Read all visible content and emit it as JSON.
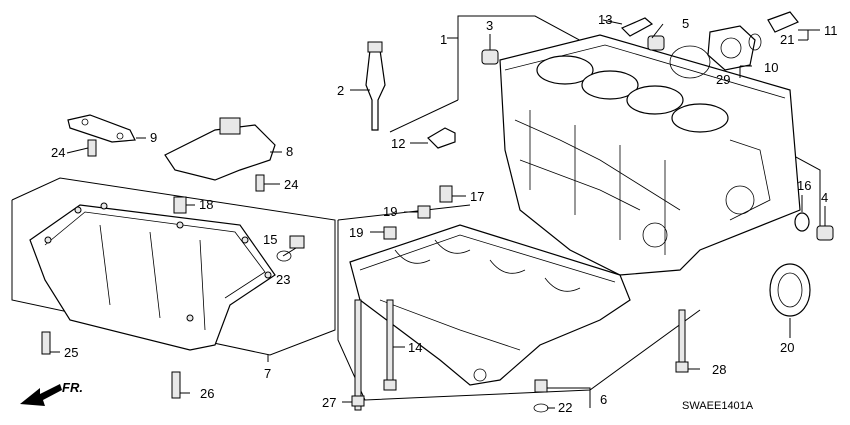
{
  "diagram": {
    "figure_code": "SWAEE1401A",
    "direction_label": "FR.",
    "callouts": [
      "1",
      "2",
      "3",
      "4",
      "5",
      "6",
      "7",
      "8",
      "9",
      "10",
      "11",
      "12",
      "13",
      "14",
      "15",
      "16",
      "17",
      "18",
      "19",
      "19",
      "20",
      "21",
      "22",
      "23",
      "24",
      "24",
      "25",
      "26",
      "27",
      "28",
      "29"
    ]
  }
}
